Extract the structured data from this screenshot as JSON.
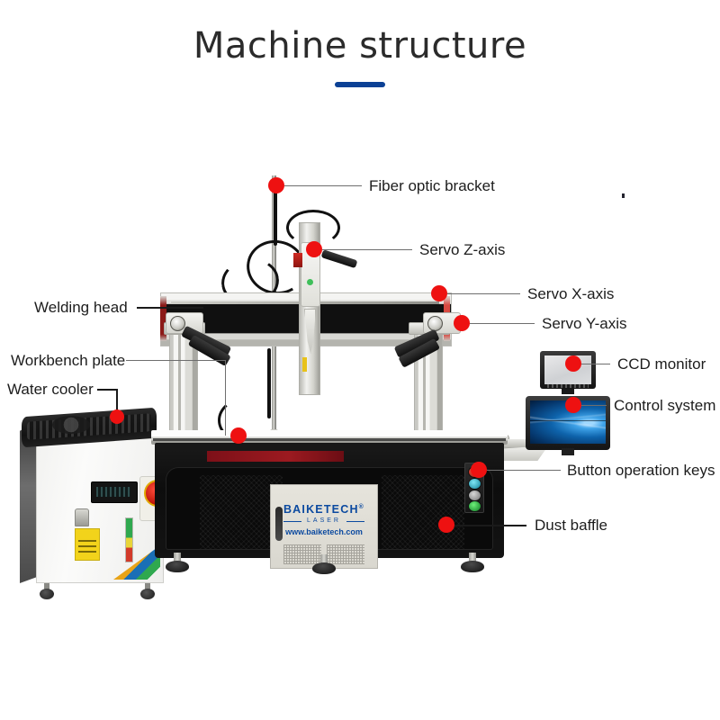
{
  "page": {
    "title": "Machine structure",
    "accent_color": "#0B4195",
    "background_color": "#FFFFFF",
    "marker_color": "#EE1111",
    "label_color": "#1D1D1D",
    "leader_color": "#6E6E6E"
  },
  "callouts": [
    {
      "id": "fiber-optic-bracket",
      "label": "Fiber optic bracket",
      "side": "right"
    },
    {
      "id": "servo-z-axis",
      "label": "Servo Z-axis",
      "side": "right"
    },
    {
      "id": "servo-x-axis",
      "label": "Servo X-axis",
      "side": "right"
    },
    {
      "id": "servo-y-axis",
      "label": "Servo Y-axis",
      "side": "right"
    },
    {
      "id": "ccd-monitor",
      "label": "CCD monitor",
      "side": "right"
    },
    {
      "id": "control-system",
      "label": "Control system",
      "side": "right"
    },
    {
      "id": "button-operation-keys",
      "label": "Button operation keys",
      "side": "right"
    },
    {
      "id": "dust-baffle",
      "label": "Dust baffle",
      "side": "right"
    },
    {
      "id": "welding-head",
      "label": "Welding head",
      "side": "left"
    },
    {
      "id": "workbench-plate",
      "label": "Workbench plate",
      "side": "left"
    },
    {
      "id": "water-cooler",
      "label": "Water cooler",
      "side": "left"
    }
  ],
  "machine": {
    "brand_name": "BAIKETECH",
    "brand_mark": "®",
    "brand_sub": "LASER",
    "brand_url": "www.baiketech.com"
  }
}
